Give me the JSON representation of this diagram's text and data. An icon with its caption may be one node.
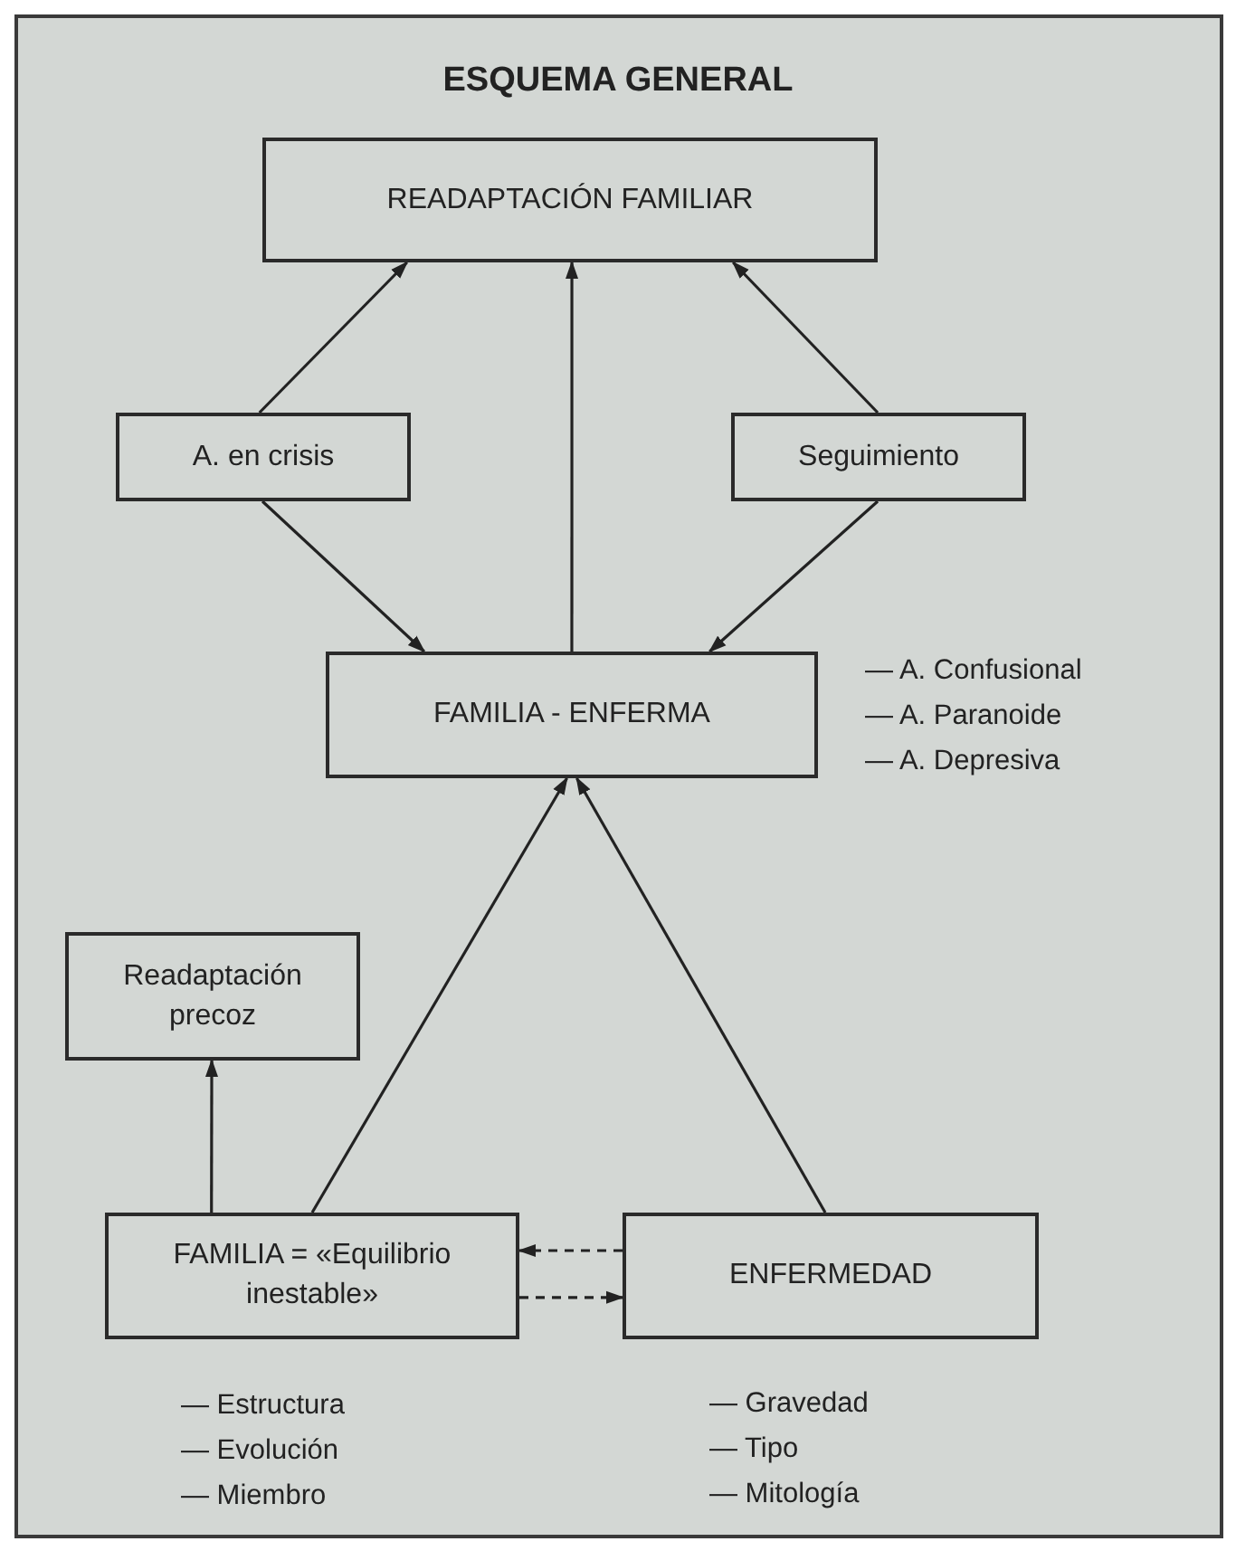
{
  "diagram": {
    "title": "ESQUEMA GENERAL",
    "nodes": [
      {
        "text": [
          "READAPTACIÓN FAMILIAR"
        ]
      },
      {
        "text": [
          "A. en crisis"
        ]
      },
      {
        "text": [
          "Seguimiento"
        ]
      },
      {
        "text": [
          "FAMILIA - ENFERMA"
        ],
        "beside": [
          "— A. Confusional",
          "— A. Paranoide",
          "— A. Depresiva"
        ]
      },
      {
        "text": [
          "Readaptación precoz"
        ]
      },
      {
        "text": [
          "FAMILIA = «Equilibrio inestable»"
        ],
        "beside": [
          "— Estructura",
          "— Evolución",
          "— Miembro"
        ]
      },
      {
        "text": [
          "ENFERMEDAD"
        ],
        "beside": [
          "— Gravedad",
          "— Tipo",
          "— Mitología"
        ]
      }
    ],
    "edges": [
      {
        "from": 1,
        "to": 0,
        "arrow": "to"
      },
      {
        "from": 3,
        "to": 0,
        "arrow": "to"
      },
      {
        "from": 2,
        "to": 0,
        "arrow": "to"
      },
      {
        "from": 1,
        "to": 3,
        "arrow": "to"
      },
      {
        "from": 2,
        "to": 3,
        "arrow": "to"
      },
      {
        "from": 5,
        "to": 4,
        "arrow": "to"
      },
      {
        "from": 5,
        "to": 3,
        "arrow": "to"
      },
      {
        "from": 6,
        "to": 3,
        "arrow": "to"
      },
      {
        "from": 6,
        "to": 5,
        "arrow": "to",
        "style": "dashed"
      },
      {
        "from": 5,
        "to": 6,
        "arrow": "to",
        "style": "dashed"
      }
    ]
  }
}
